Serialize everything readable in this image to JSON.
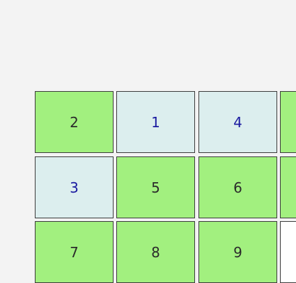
{
  "board": {
    "rows": [
      [
        {
          "label": "2",
          "state": "green"
        },
        {
          "label": "1",
          "state": "pale"
        },
        {
          "label": "4",
          "state": "pale"
        },
        {
          "label": "",
          "state": "green"
        }
      ],
      [
        {
          "label": "3",
          "state": "pale"
        },
        {
          "label": "5",
          "state": "green"
        },
        {
          "label": "6",
          "state": "green"
        },
        {
          "label": "",
          "state": "green"
        }
      ],
      [
        {
          "label": "7",
          "state": "green"
        },
        {
          "label": "8",
          "state": "green"
        },
        {
          "label": "9",
          "state": "green"
        },
        {
          "label": "",
          "state": "empty"
        }
      ]
    ]
  },
  "colors": {
    "background": "#f3f3f3",
    "tile_green": "#a2f07f",
    "tile_pale": "#dceeee",
    "tile_empty": "#ffffff",
    "text_dark": "#2b2b2b",
    "text_blue": "#1a1aa0"
  }
}
